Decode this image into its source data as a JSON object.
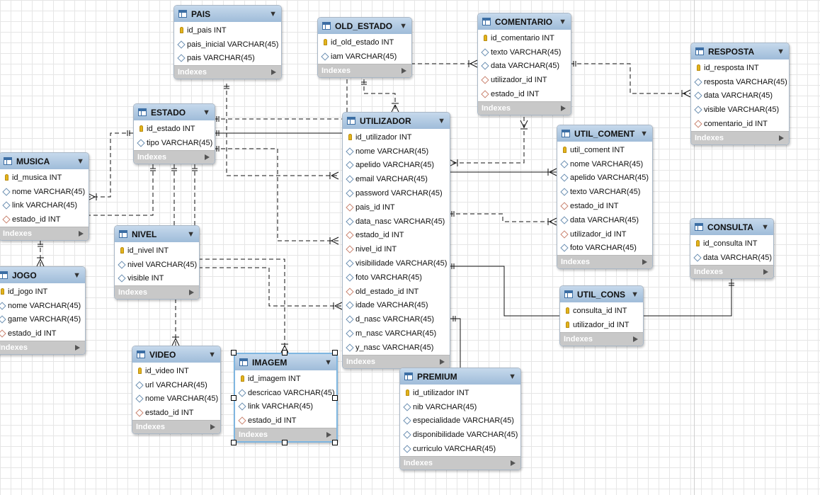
{
  "tables": [
    {
      "name": "PAIS",
      "indexes_label": "Indexes",
      "columns": [
        {
          "text": "id_pais INT",
          "kind": "pk"
        },
        {
          "text": "pais_inicial VARCHAR(45)",
          "kind": "col"
        },
        {
          "text": "pais VARCHAR(45)",
          "kind": "col"
        }
      ]
    },
    {
      "name": "OLD_ESTADO",
      "indexes_label": "Indexes",
      "columns": [
        {
          "text": "id_old_estado INT",
          "kind": "pk"
        },
        {
          "text": "iam VARCHAR(45)",
          "kind": "col"
        }
      ]
    },
    {
      "name": "COMENTARIO",
      "indexes_label": "Indexes",
      "columns": [
        {
          "text": "id_comentario INT",
          "kind": "pk"
        },
        {
          "text": "texto VARCHAR(45)",
          "kind": "col"
        },
        {
          "text": "data VARCHAR(45)",
          "kind": "col"
        },
        {
          "text": "utilizador_id INT",
          "kind": "fk"
        },
        {
          "text": "estado_id INT",
          "kind": "fk"
        }
      ]
    },
    {
      "name": "RESPOSTA",
      "indexes_label": "Indexes",
      "columns": [
        {
          "text": "id_resposta INT",
          "kind": "pk"
        },
        {
          "text": "resposta VARCHAR(45)",
          "kind": "col"
        },
        {
          "text": "data VARCHAR(45)",
          "kind": "col"
        },
        {
          "text": "visible VARCHAR(45)",
          "kind": "col"
        },
        {
          "text": "comentario_id INT",
          "kind": "fk"
        }
      ]
    },
    {
      "name": "ESTADO",
      "indexes_label": "Indexes",
      "columns": [
        {
          "text": "id_estado INT",
          "kind": "pk"
        },
        {
          "text": "tipo VARCHAR(45)",
          "kind": "col"
        }
      ]
    },
    {
      "name": "UTILIZADOR",
      "indexes_label": "Indexes",
      "columns": [
        {
          "text": "id_utilizador INT",
          "kind": "pk"
        },
        {
          "text": "nome VARCHAR(45)",
          "kind": "col"
        },
        {
          "text": "apelido VARCHAR(45)",
          "kind": "col"
        },
        {
          "text": "email VARCHAR(45)",
          "kind": "col"
        },
        {
          "text": "password VARCHAR(45)",
          "kind": "col"
        },
        {
          "text": "pais_id INT",
          "kind": "fk"
        },
        {
          "text": "data_nasc VARCHAR(45)",
          "kind": "col"
        },
        {
          "text": "estado_id INT",
          "kind": "fk"
        },
        {
          "text": "nivel_id INT",
          "kind": "fk"
        },
        {
          "text": "visibilidade VARCHAR(45)",
          "kind": "col"
        },
        {
          "text": "foto VARCHAR(45)",
          "kind": "col"
        },
        {
          "text": "old_estado_id INT",
          "kind": "fk"
        },
        {
          "text": "idade VARCHAR(45)",
          "kind": "col"
        },
        {
          "text": "d_nasc VARCHAR(45)",
          "kind": "col"
        },
        {
          "text": "m_nasc VARCHAR(45)",
          "kind": "col"
        },
        {
          "text": "y_nasc VARCHAR(45)",
          "kind": "col"
        }
      ]
    },
    {
      "name": "UTIL_COMENT",
      "indexes_label": "Indexes",
      "columns": [
        {
          "text": "util_coment INT",
          "kind": "pk"
        },
        {
          "text": "nome VARCHAR(45)",
          "kind": "col"
        },
        {
          "text": "apelido VARCHAR(45)",
          "kind": "col"
        },
        {
          "text": "texto VARCHAR(45)",
          "kind": "col"
        },
        {
          "text": "estado_id INT",
          "kind": "fk"
        },
        {
          "text": "data VARCHAR(45)",
          "kind": "col"
        },
        {
          "text": "utilizador_id INT",
          "kind": "fk"
        },
        {
          "text": "foto VARCHAR(45)",
          "kind": "col"
        }
      ]
    },
    {
      "name": "MUSICA",
      "indexes_label": "Indexes",
      "columns": [
        {
          "text": "id_musica INT",
          "kind": "pk"
        },
        {
          "text": "nome VARCHAR(45)",
          "kind": "col"
        },
        {
          "text": "link VARCHAR(45)",
          "kind": "col"
        },
        {
          "text": "estado_id INT",
          "kind": "fk"
        }
      ]
    },
    {
      "name": "NIVEL",
      "indexes_label": "Indexes",
      "columns": [
        {
          "text": "id_nivel INT",
          "kind": "pk"
        },
        {
          "text": "nivel VARCHAR(45)",
          "kind": "col"
        },
        {
          "text": "visible INT",
          "kind": "col"
        }
      ]
    },
    {
      "name": "CONSULTA",
      "indexes_label": "Indexes",
      "columns": [
        {
          "text": "id_consulta INT",
          "kind": "pk"
        },
        {
          "text": "data VARCHAR(45)",
          "kind": "col"
        }
      ]
    },
    {
      "name": "JOGO",
      "indexes_label": "Indexes",
      "columns": [
        {
          "text": "id_jogo INT",
          "kind": "pk"
        },
        {
          "text": "nome VARCHAR(45)",
          "kind": "col"
        },
        {
          "text": "game VARCHAR(45)",
          "kind": "col"
        },
        {
          "text": "estado_id INT",
          "kind": "fk"
        }
      ]
    },
    {
      "name": "UTIL_CONS",
      "indexes_label": "Indexes",
      "columns": [
        {
          "text": "consulta_id INT",
          "kind": "pk"
        },
        {
          "text": "utilizador_id INT",
          "kind": "pk"
        }
      ]
    },
    {
      "name": "VIDEO",
      "indexes_label": "Indexes",
      "columns": [
        {
          "text": "id_video INT",
          "kind": "pk"
        },
        {
          "text": "url VARCHAR(45)",
          "kind": "col"
        },
        {
          "text": "nome VARCHAR(45)",
          "kind": "col"
        },
        {
          "text": "estado_id INT",
          "kind": "fk"
        }
      ]
    },
    {
      "name": "IMAGEM",
      "indexes_label": "Indexes",
      "columns": [
        {
          "text": "id_imagem INT",
          "kind": "pk"
        },
        {
          "text": "descricao VARCHAR(45)",
          "kind": "col"
        },
        {
          "text": "link VARCHAR(45)",
          "kind": "col"
        },
        {
          "text": "estado_id INT",
          "kind": "fk"
        }
      ]
    },
    {
      "name": "PREMIUM",
      "indexes_label": "Indexes",
      "columns": [
        {
          "text": "id_utilizador INT",
          "kind": "pk"
        },
        {
          "text": "nib VARCHAR(45)",
          "kind": "col"
        },
        {
          "text": "especialidade VARCHAR(45)",
          "kind": "col"
        },
        {
          "text": "disponibilidade VARCHAR(45)",
          "kind": "col"
        },
        {
          "text": "curriculo VARCHAR(45)",
          "kind": "col"
        }
      ]
    }
  ],
  "colors": {
    "header_top": "#c6d9ec",
    "header_bottom": "#9fbcd9",
    "index_bar": "#c8c8c8",
    "key": "#e3b41c",
    "line": "#111111",
    "selection": "#7fb6e0"
  },
  "icons": {
    "table": "table-icon",
    "primary_key": "key-icon",
    "column": "diamond-icon",
    "foreign_key": "fk-diamond-icon",
    "collapse": "chevron-down-icon",
    "expand_indexes": "triangle-right-icon"
  },
  "selected_table": "IMAGEM"
}
